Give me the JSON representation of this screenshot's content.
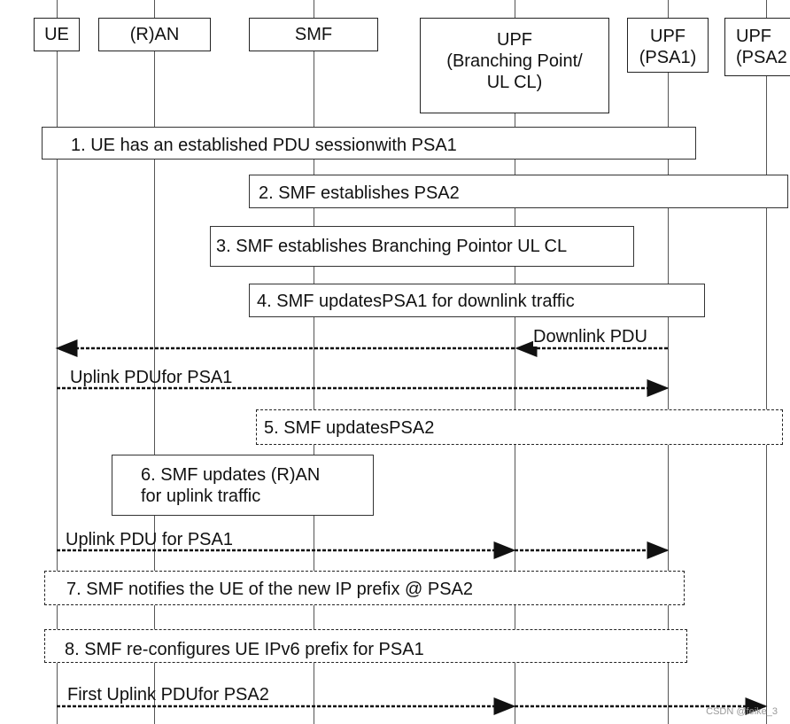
{
  "entities": {
    "ue": "UE",
    "ran": "(R)AN",
    "smf": "SMF",
    "upf_bp": "UPF\n(Branching Point/\nUL CL)",
    "upf_psa1": "UPF\n(PSA1)",
    "upf_psa2": "UPF\n(PSA2"
  },
  "steps": {
    "s1": "1. UE has an established PDU sessionwith PSA1",
    "s2": "2. SMF establishes PSA2",
    "s3": "3. SMF establishes Branching Pointor UL CL",
    "s4": "4. SMF updatesPSA1 for downlink traffic",
    "s5": "5. SMF updatesPSA2",
    "s6": "6. SMF updates (R)AN\nfor uplink traffic",
    "s7": "7. SMF notifies the UE of the new IP prefix @ PSA2",
    "s8": "8. SMF re-configures UE IPv6 prefix for PSA1"
  },
  "messages": {
    "downlink": "Downlink PDU",
    "uplink1": "Uplink PDUfor PSA1",
    "uplink2": "Uplink PDU for PSA1",
    "first_uplink": "First Uplink PDUfor PSA2"
  },
  "watermark": "CSDN @feike_3"
}
